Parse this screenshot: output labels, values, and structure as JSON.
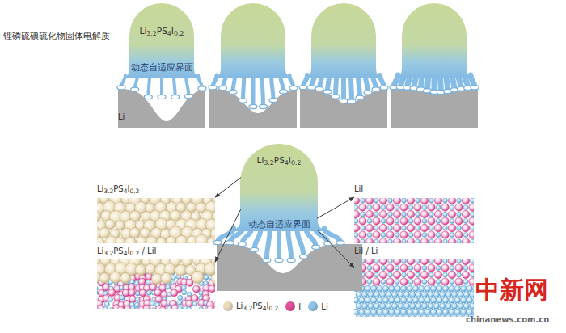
{
  "diagram": {
    "title": "锂磷硫碘硫化物固体电解质",
    "nodes": [
      {
        "text": [
          "Li3.2PS4I0.2",
          "动态自适应界面"
        ]
      },
      {
        "text": [
          "Li3.2PS4I0.2",
          "动态自适应界面"
        ]
      },
      {
        "text": [
          "Li3.2PS4I0.2"
        ]
      },
      {
        "text": [
          "LiI"
        ]
      },
      {
        "text": [
          "Li3.2PS4I0.2 / LiI"
        ]
      },
      {
        "text": [
          "LiI / Li"
        ]
      }
    ],
    "edges": [
      {
        "from": 1,
        "to": 2,
        "arrow": "to"
      },
      {
        "from": 1,
        "to": 4,
        "arrow": "to"
      },
      {
        "from": 1,
        "to": 3,
        "arrow": "to"
      },
      {
        "from": 1,
        "to": 5,
        "arrow": "to"
      }
    ],
    "labels": [
      "Li",
      "中新网",
      "chinanews.com.cn"
    ],
    "legend": [
      {
        "text": "Li3.2PS4I0.2",
        "color": "#e8dcbc"
      },
      {
        "text": "I",
        "color": "#e0529a"
      },
      {
        "text": "Li",
        "color": "#8ec6ea"
      }
    ]
  }
}
